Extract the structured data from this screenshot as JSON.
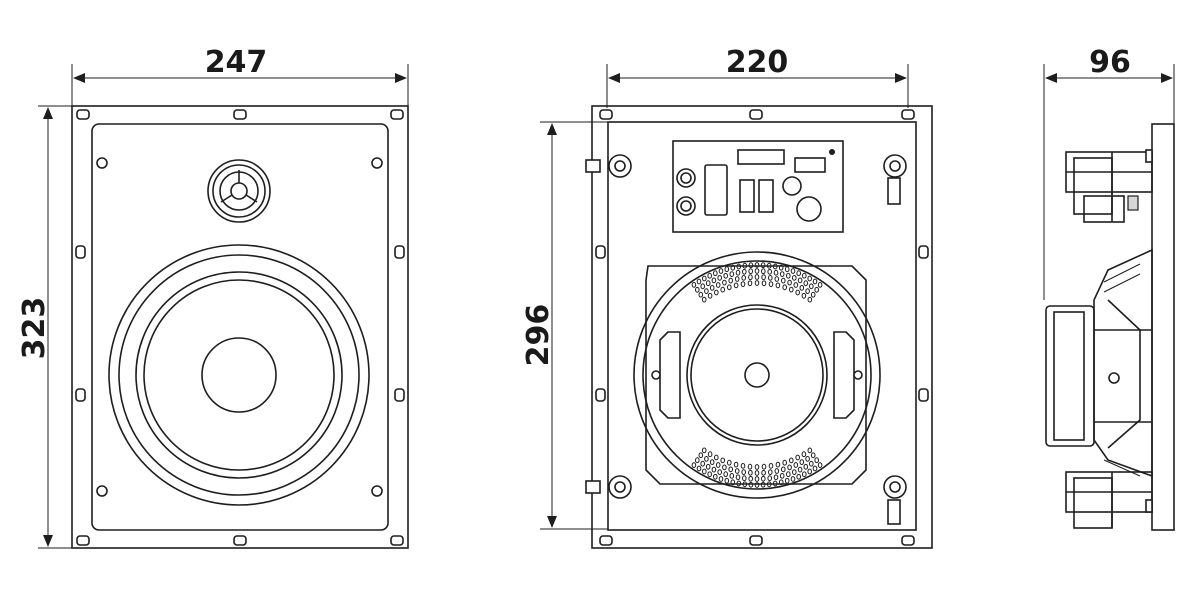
{
  "dimensions": {
    "front_width": "247",
    "front_height": "323",
    "back_width": "220",
    "back_height": "296",
    "side_depth": "96"
  },
  "colors": {
    "line": "#1e1e1e",
    "background": "#ffffff"
  }
}
